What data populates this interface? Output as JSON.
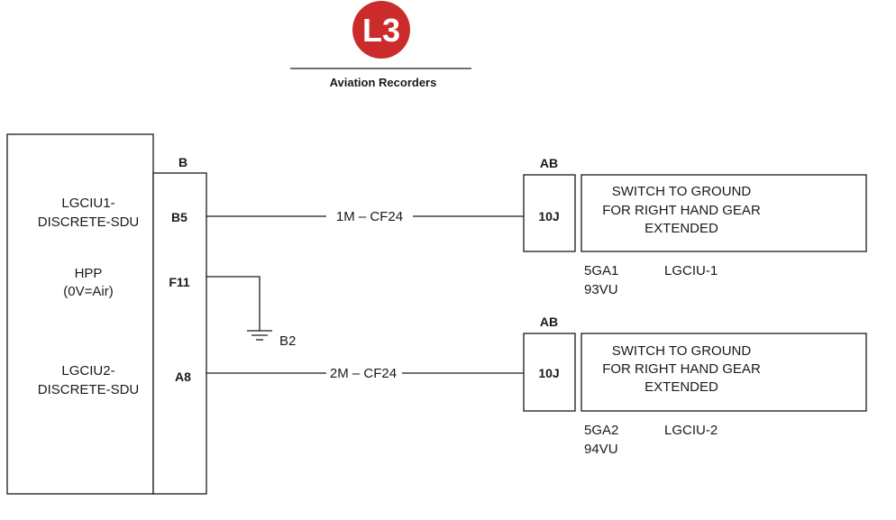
{
  "header": {
    "logo_text": "L3",
    "subtitle": "Aviation Recorders",
    "logo_color": "#cc2b2b"
  },
  "left_unit": {
    "connector_label": "B",
    "signals": [
      {
        "name_line1": "LGCIU1-",
        "name_line2": "DISCRETE-SDU",
        "pin": "B5"
      },
      {
        "name_line1": "HPP",
        "name_line2": "(0V=Air)",
        "pin": "F11"
      },
      {
        "name_line1": "LGCIU2-",
        "name_line2": "DISCRETE-SDU",
        "pin": "A8"
      }
    ]
  },
  "ground": {
    "label": "B2"
  },
  "wires": [
    {
      "label": "1M – CF24"
    },
    {
      "label": "2M – CF24"
    }
  ],
  "switches": [
    {
      "connector_label": "AB",
      "pin": "10J",
      "desc_line1": "SWITCH TO GROUND",
      "desc_line2": "FOR RIGHT HAND GEAR",
      "desc_line3": "EXTENDED",
      "ref1": "5GA1",
      "ref2": "93VU",
      "unit": "LGCIU-1"
    },
    {
      "connector_label": "AB",
      "pin": "10J",
      "desc_line1": "SWITCH TO GROUND",
      "desc_line2": "FOR RIGHT HAND GEAR",
      "desc_line3": "EXTENDED",
      "ref1": "5GA2",
      "ref2": "94VU",
      "unit": "LGCIU-2"
    }
  ]
}
